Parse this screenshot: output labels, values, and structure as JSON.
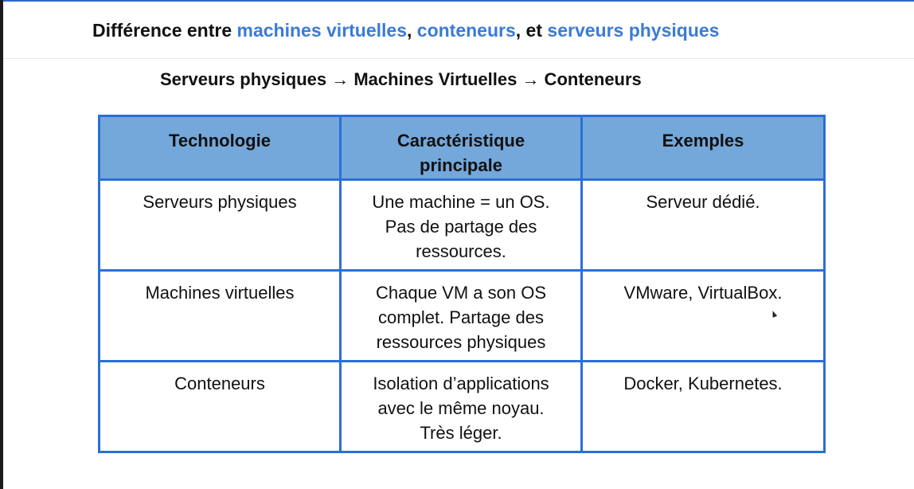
{
  "title": {
    "prefix": "Différence entre ",
    "term1": "machines virtuelles",
    "sep1": ", ",
    "term2": "conteneurs",
    "sep2": ", et ",
    "term3": "serveurs physiques"
  },
  "subtitle": "Serveurs physiques → Machines Virtuelles → Conteneurs",
  "colors": {
    "accent": "#3a7bd5",
    "header_bg": "#74a7da",
    "border": "#2a6fd6"
  },
  "table": {
    "headers": [
      "Technologie",
      "Caractéristique\nprincipale",
      "Exemples"
    ],
    "rows": [
      [
        "Serveurs physiques",
        "Une machine = un OS.\nPas de partage des\nressources.",
        "Serveur dédié."
      ],
      [
        "Machines virtuelles",
        "Chaque VM a son OS\ncomplet. Partage des\nressources physiques",
        "VMware, VirtualBox."
      ],
      [
        "Conteneurs",
        "Isolation d’applications\navec le même noyau.\nTrès léger.",
        "Docker, Kubernetes."
      ]
    ]
  }
}
